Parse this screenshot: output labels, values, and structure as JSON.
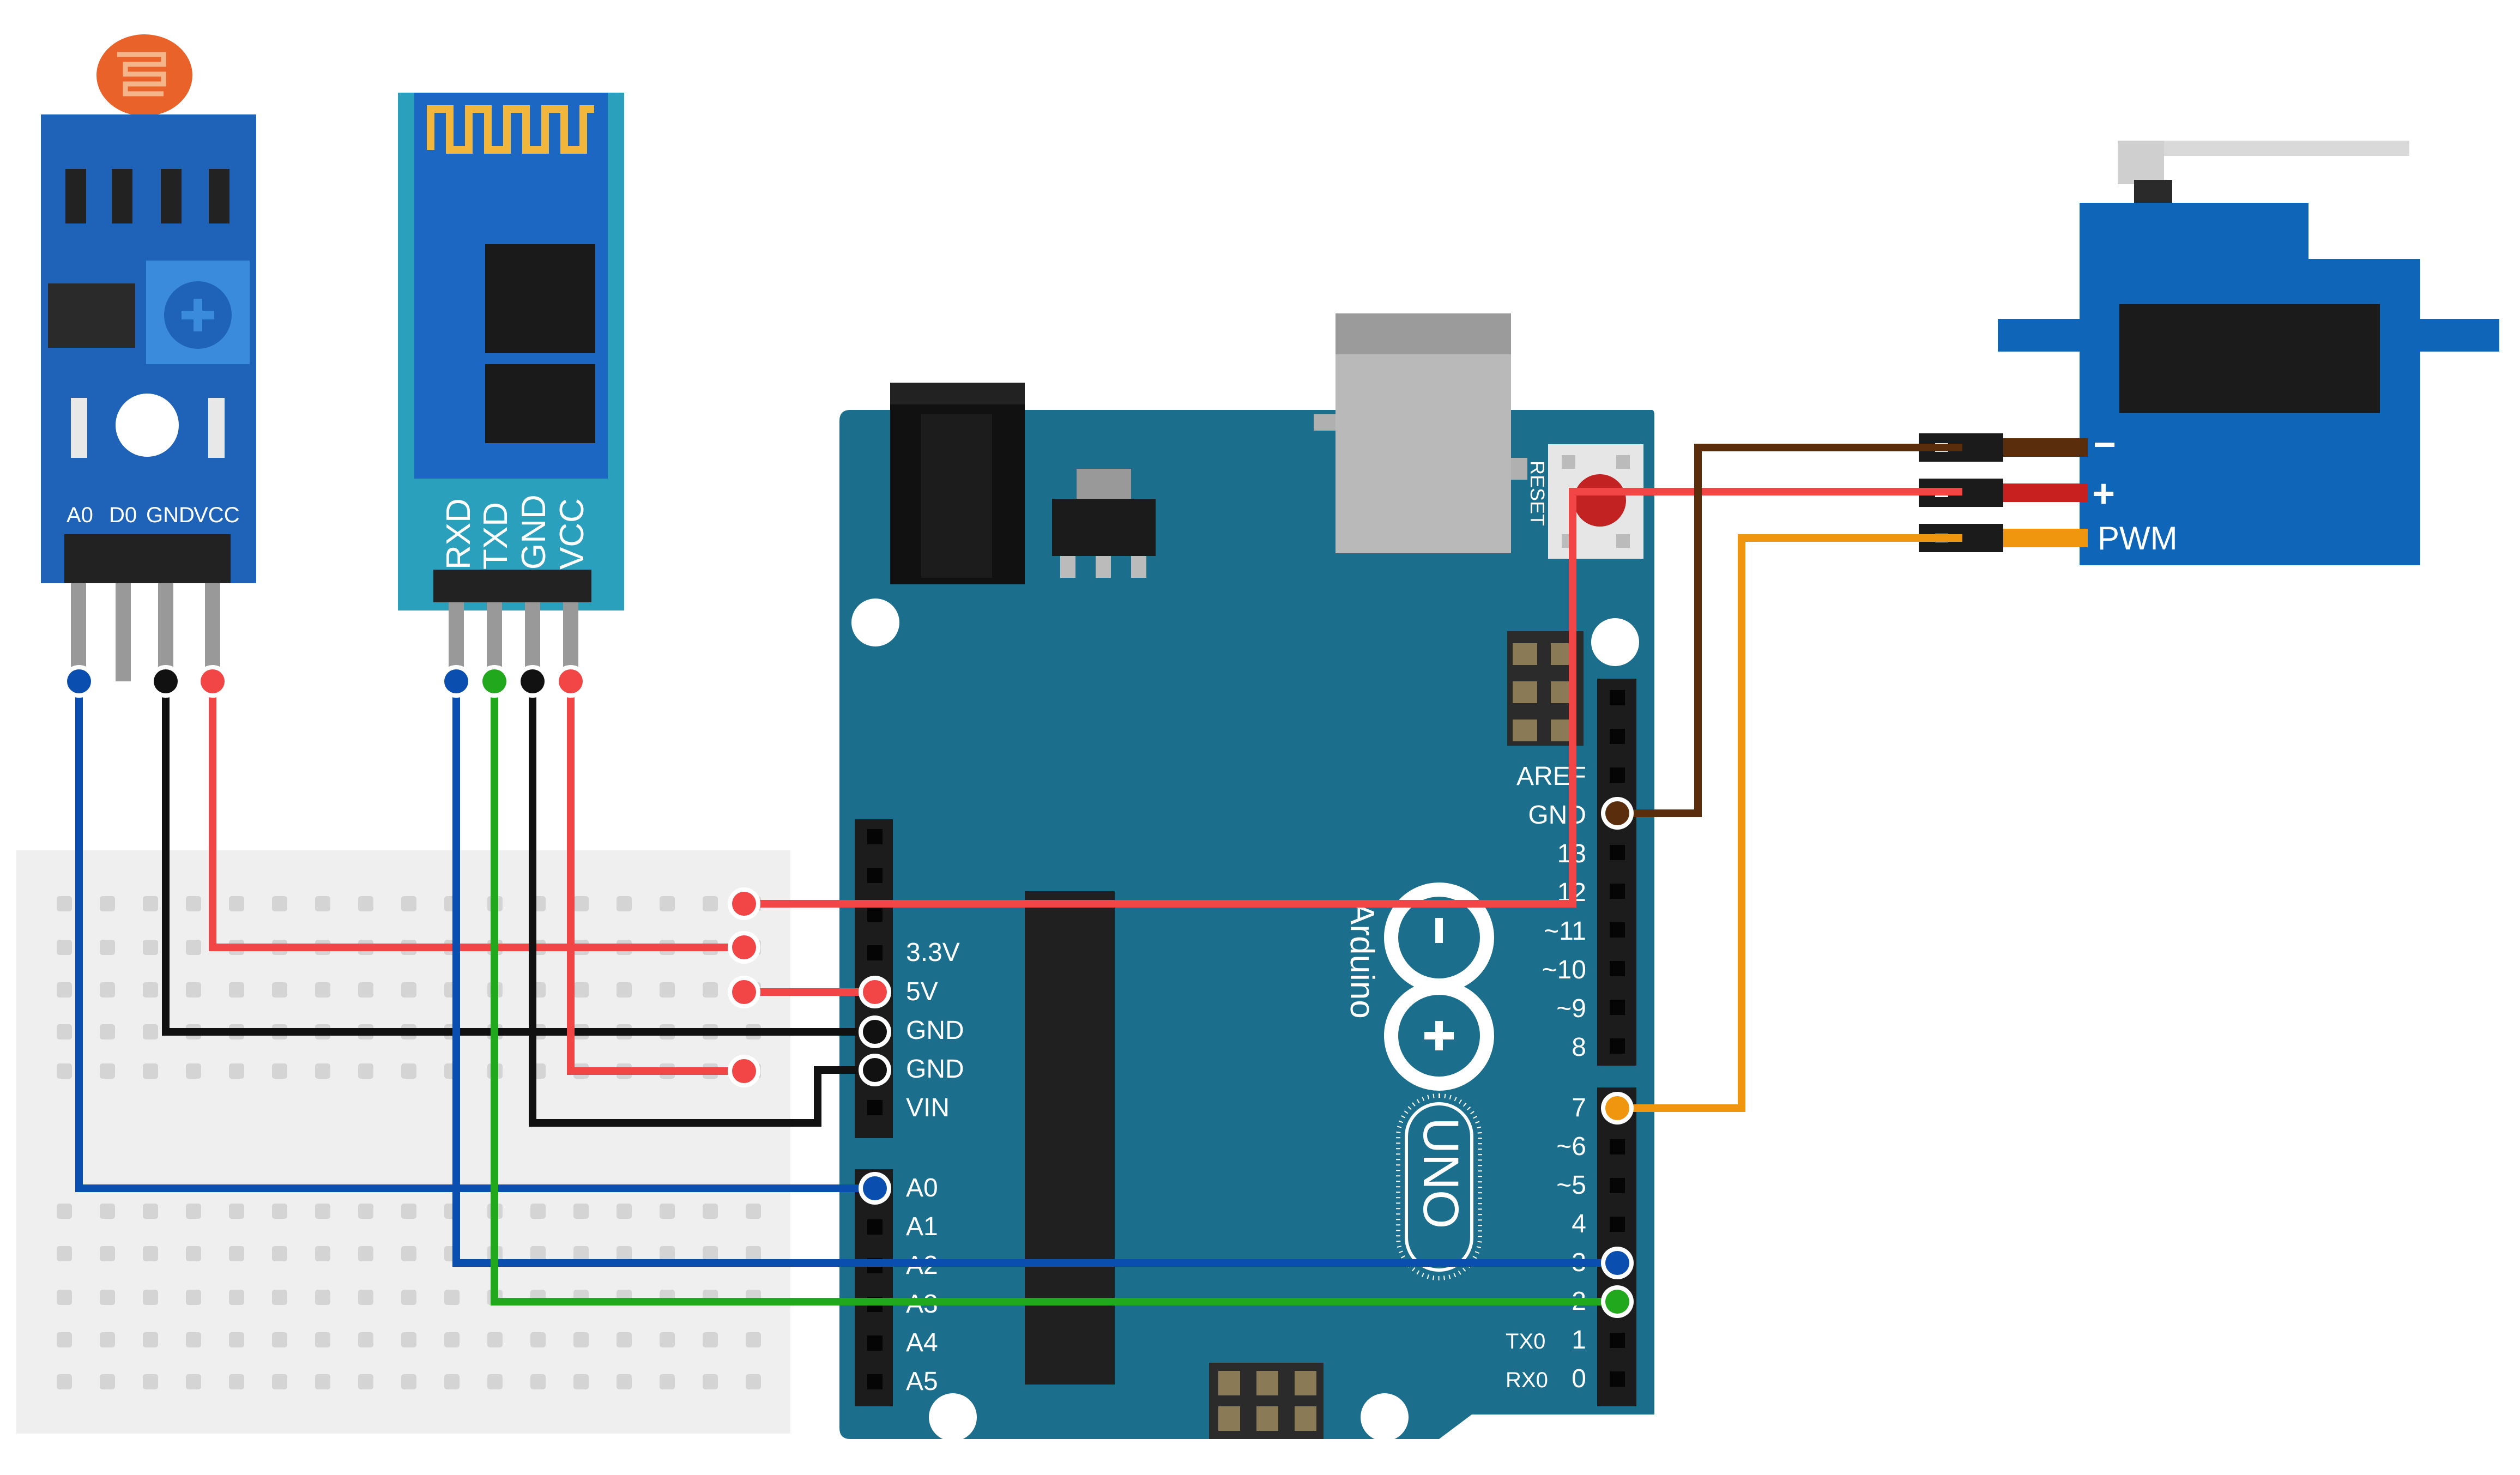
{
  "colors": {
    "wire_red": "#f24545",
    "wire_black": "#111111",
    "wire_blue": "#0a4fb0",
    "wire_green": "#22a81c",
    "wire_orange": "#f0960e",
    "wire_brown": "#5a2e0c",
    "arduino_body": "#1b6e8c",
    "sensor_board": "#1f63b8",
    "bluetooth_board": "#2aa0bc",
    "servo_body": "#0f66b8",
    "breadboard": "#efefef"
  },
  "ldr_module": {
    "pins": [
      "A0",
      "D0",
      "GND",
      "VCC"
    ]
  },
  "bluetooth_module": {
    "pins": [
      "RXD",
      "TXD",
      "GND",
      "VCC"
    ]
  },
  "servo": {
    "pins": [
      "−",
      "+",
      "PWM"
    ]
  },
  "arduino": {
    "brand": "Arduino",
    "model": "UNO",
    "reset_label": "RESET",
    "power_pins": [
      "3.3V",
      "5V",
      "GND",
      "GND",
      "VIN"
    ],
    "analog_pins": [
      "A0",
      "A1",
      "A2",
      "A3",
      "A4",
      "A5"
    ],
    "digital_pins_top": [
      "AREF",
      "GND",
      "13",
      "12",
      "~11",
      "~10",
      "~9",
      "8"
    ],
    "digital_pins_bottom": [
      "7",
      "~6",
      "~5",
      "4",
      "3",
      "2",
      "1",
      "0"
    ],
    "tx_label": "TX0",
    "rx_label": "RX0"
  }
}
